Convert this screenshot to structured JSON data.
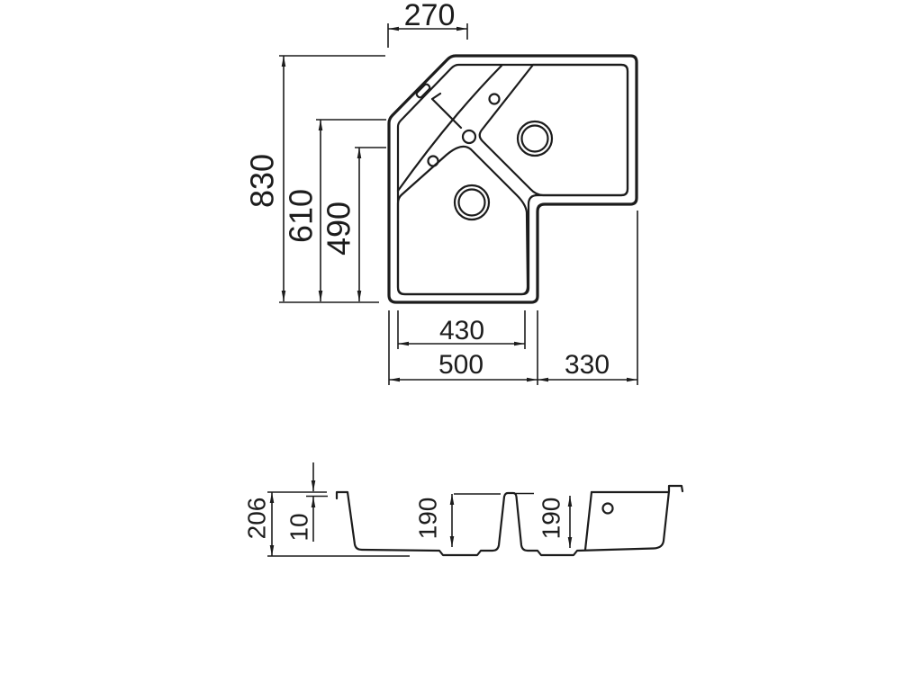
{
  "background": "#ffffff",
  "line_color": "#1c1c1c",
  "top_view": {
    "label": "corner sink top view",
    "dims": {
      "d270": "270",
      "d830": "830",
      "d610": "610",
      "d490": "490",
      "d430": "430",
      "d500": "500",
      "d330": "330"
    }
  },
  "section_view": {
    "label": "corner sink section view",
    "dims": {
      "d206": "206",
      "d10": "10",
      "d190_left": "190",
      "d190_right": "190"
    }
  }
}
